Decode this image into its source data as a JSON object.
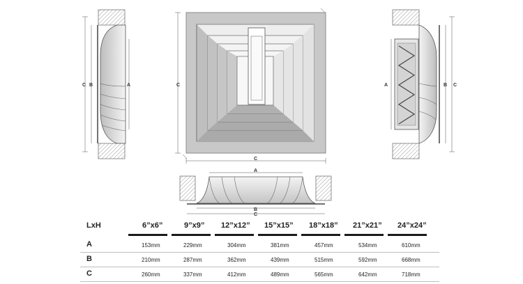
{
  "diagram": {
    "left_view": {
      "dim_c": "C",
      "dim_b": "B",
      "dim_a": "A"
    },
    "front_view": {
      "dim_c_side": "C",
      "dim_c_bottom": "C"
    },
    "right_view": {
      "dim_a": "A",
      "dim_b": "B",
      "dim_c": "C"
    },
    "bottom_view": {
      "dim_a": "A",
      "dim_b": "B",
      "dim_c": "C"
    }
  },
  "table": {
    "corner_label": "LxH",
    "columns": [
      "6”x6”",
      "9”x9”",
      "12”x12”",
      "15”x15”",
      "18”x18”",
      "21”x21”",
      "24”x24”"
    ],
    "rows": [
      {
        "label": "A",
        "values": [
          "153mm",
          "229mm",
          "304mm",
          "381mm",
          "457mm",
          "534mm",
          "610mm"
        ]
      },
      {
        "label": "B",
        "values": [
          "210mm",
          "287mm",
          "362mm",
          "439mm",
          "515mm",
          "592mm",
          "668mm"
        ]
      },
      {
        "label": "C",
        "values": [
          "260mm",
          "337mm",
          "412mm",
          "489mm",
          "565mm",
          "642mm",
          "718mm"
        ]
      }
    ]
  }
}
